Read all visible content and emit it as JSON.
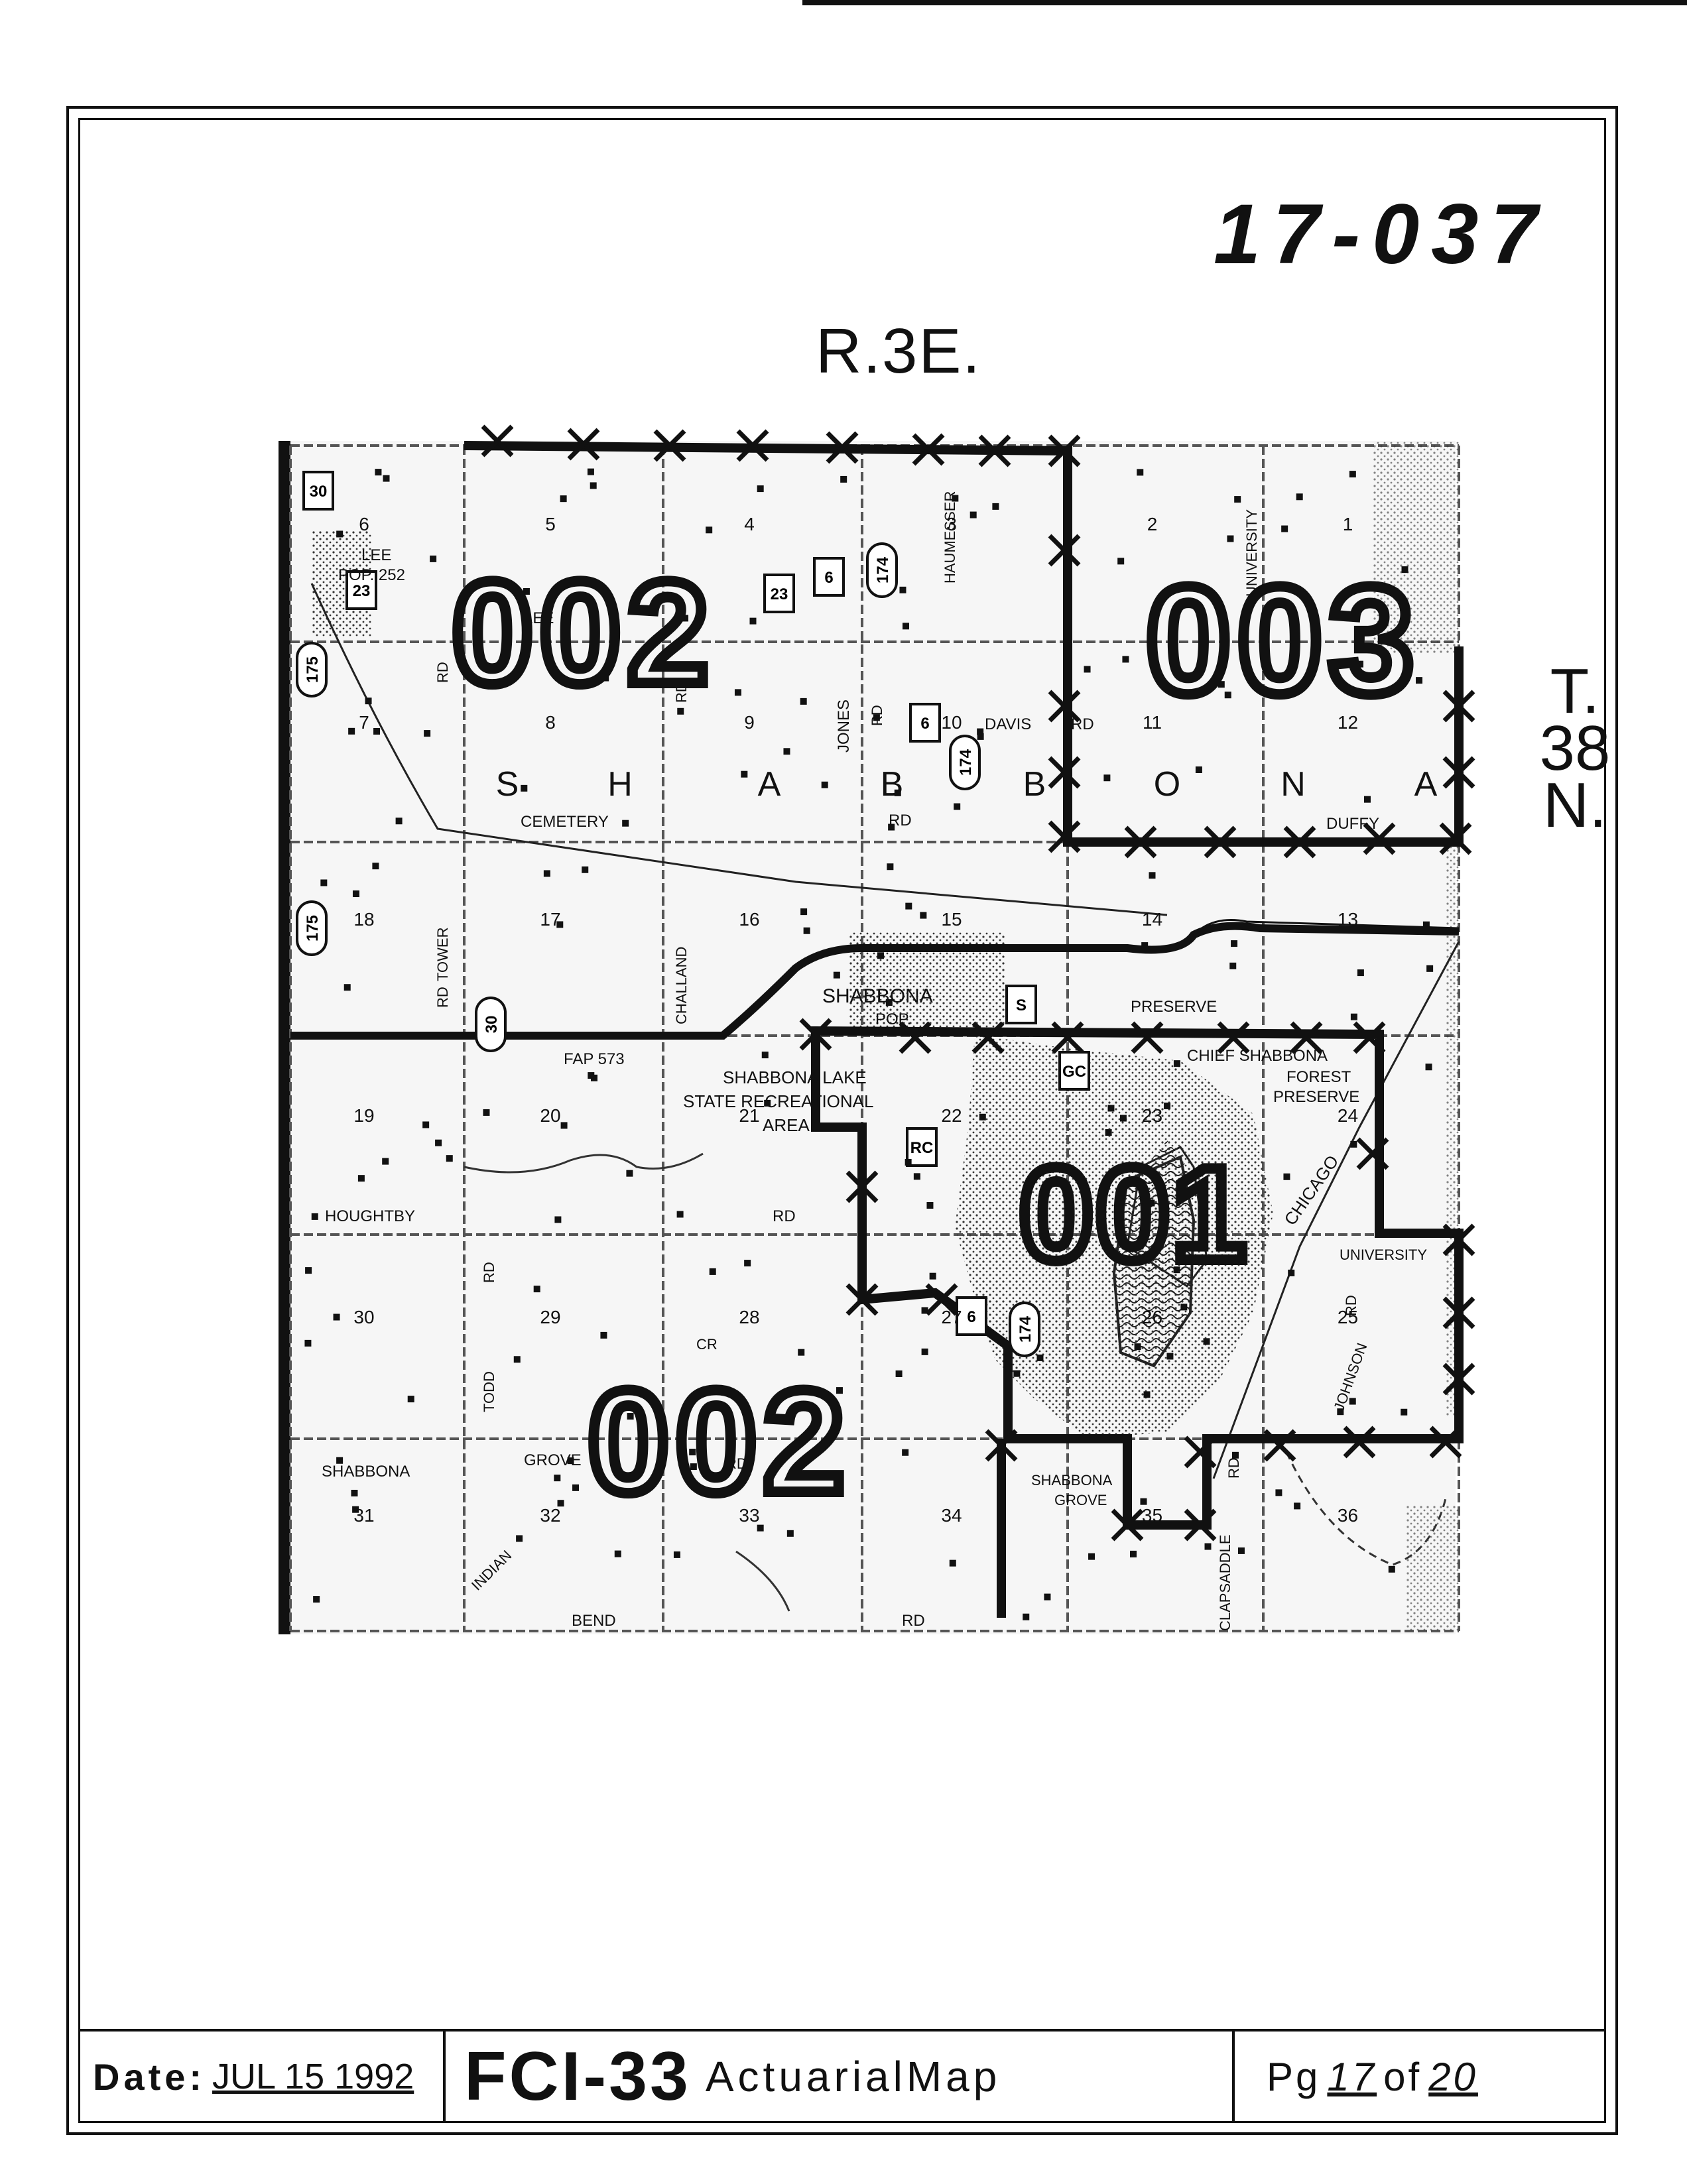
{
  "document": {
    "id": "17-037",
    "range": "R.3E.",
    "township": [
      "T.",
      "38",
      "N."
    ]
  },
  "footer": {
    "date_label": "Date:",
    "date_value": "JUL 15 1992",
    "title_main": "FCI-33",
    "title_sub": "ActuarialMap",
    "page_prefix": "Pg",
    "page_num": "17",
    "page_of": "of",
    "page_total": "20"
  },
  "map": {
    "zones": [
      "002",
      "003",
      "001",
      "002"
    ],
    "township_name_letters": [
      "S",
      "H",
      "A",
      "B",
      "B",
      "O",
      "N",
      "A"
    ],
    "sections": [
      "1",
      "2",
      "3",
      "4",
      "5",
      "6",
      "7",
      "8",
      "9",
      "10",
      "11",
      "12",
      "13",
      "14",
      "15",
      "16",
      "17",
      "18",
      "19",
      "20",
      "21",
      "22",
      "23",
      "24",
      "25",
      "26",
      "27",
      "28",
      "29",
      "30",
      "31",
      "32",
      "33",
      "34",
      "35",
      "36"
    ],
    "place_labels": [
      "LEE",
      "POP. 252",
      "SHABBONA",
      "POP.",
      "SHABBONA LAKE",
      "STATE RECREATIONAL",
      "AREA",
      "CHIEF SHABBONA",
      "FOREST",
      "PRESERVE",
      "SHABBONA",
      "GROVE"
    ],
    "road_labels": [
      "LEE",
      "RD",
      "CEMETERY",
      "RD",
      "JONES",
      "RD",
      "DAVIS",
      "RD",
      "DUFFY",
      "UNIVERSITY",
      "HAUMESSER",
      "TOWER",
      "RD",
      "CHALLAND",
      "RD",
      "FAP 573",
      "HOUGHTBY",
      "RD",
      "PRESERVE",
      "CHICAGO",
      "TODD",
      "RD",
      "SHABBONA",
      "GROVE",
      "RD",
      "CR",
      "JOHNSON",
      "RD",
      "UNIVERSITY",
      "INDIAN",
      "BEND",
      "RD",
      "CLAPSADDLE",
      "RD"
    ],
    "route_shields": [
      "30",
      "23",
      "23",
      "6",
      "174",
      "175",
      "6",
      "174",
      "175",
      "30",
      "6",
      "174",
      "S",
      "GC",
      "RC"
    ]
  }
}
